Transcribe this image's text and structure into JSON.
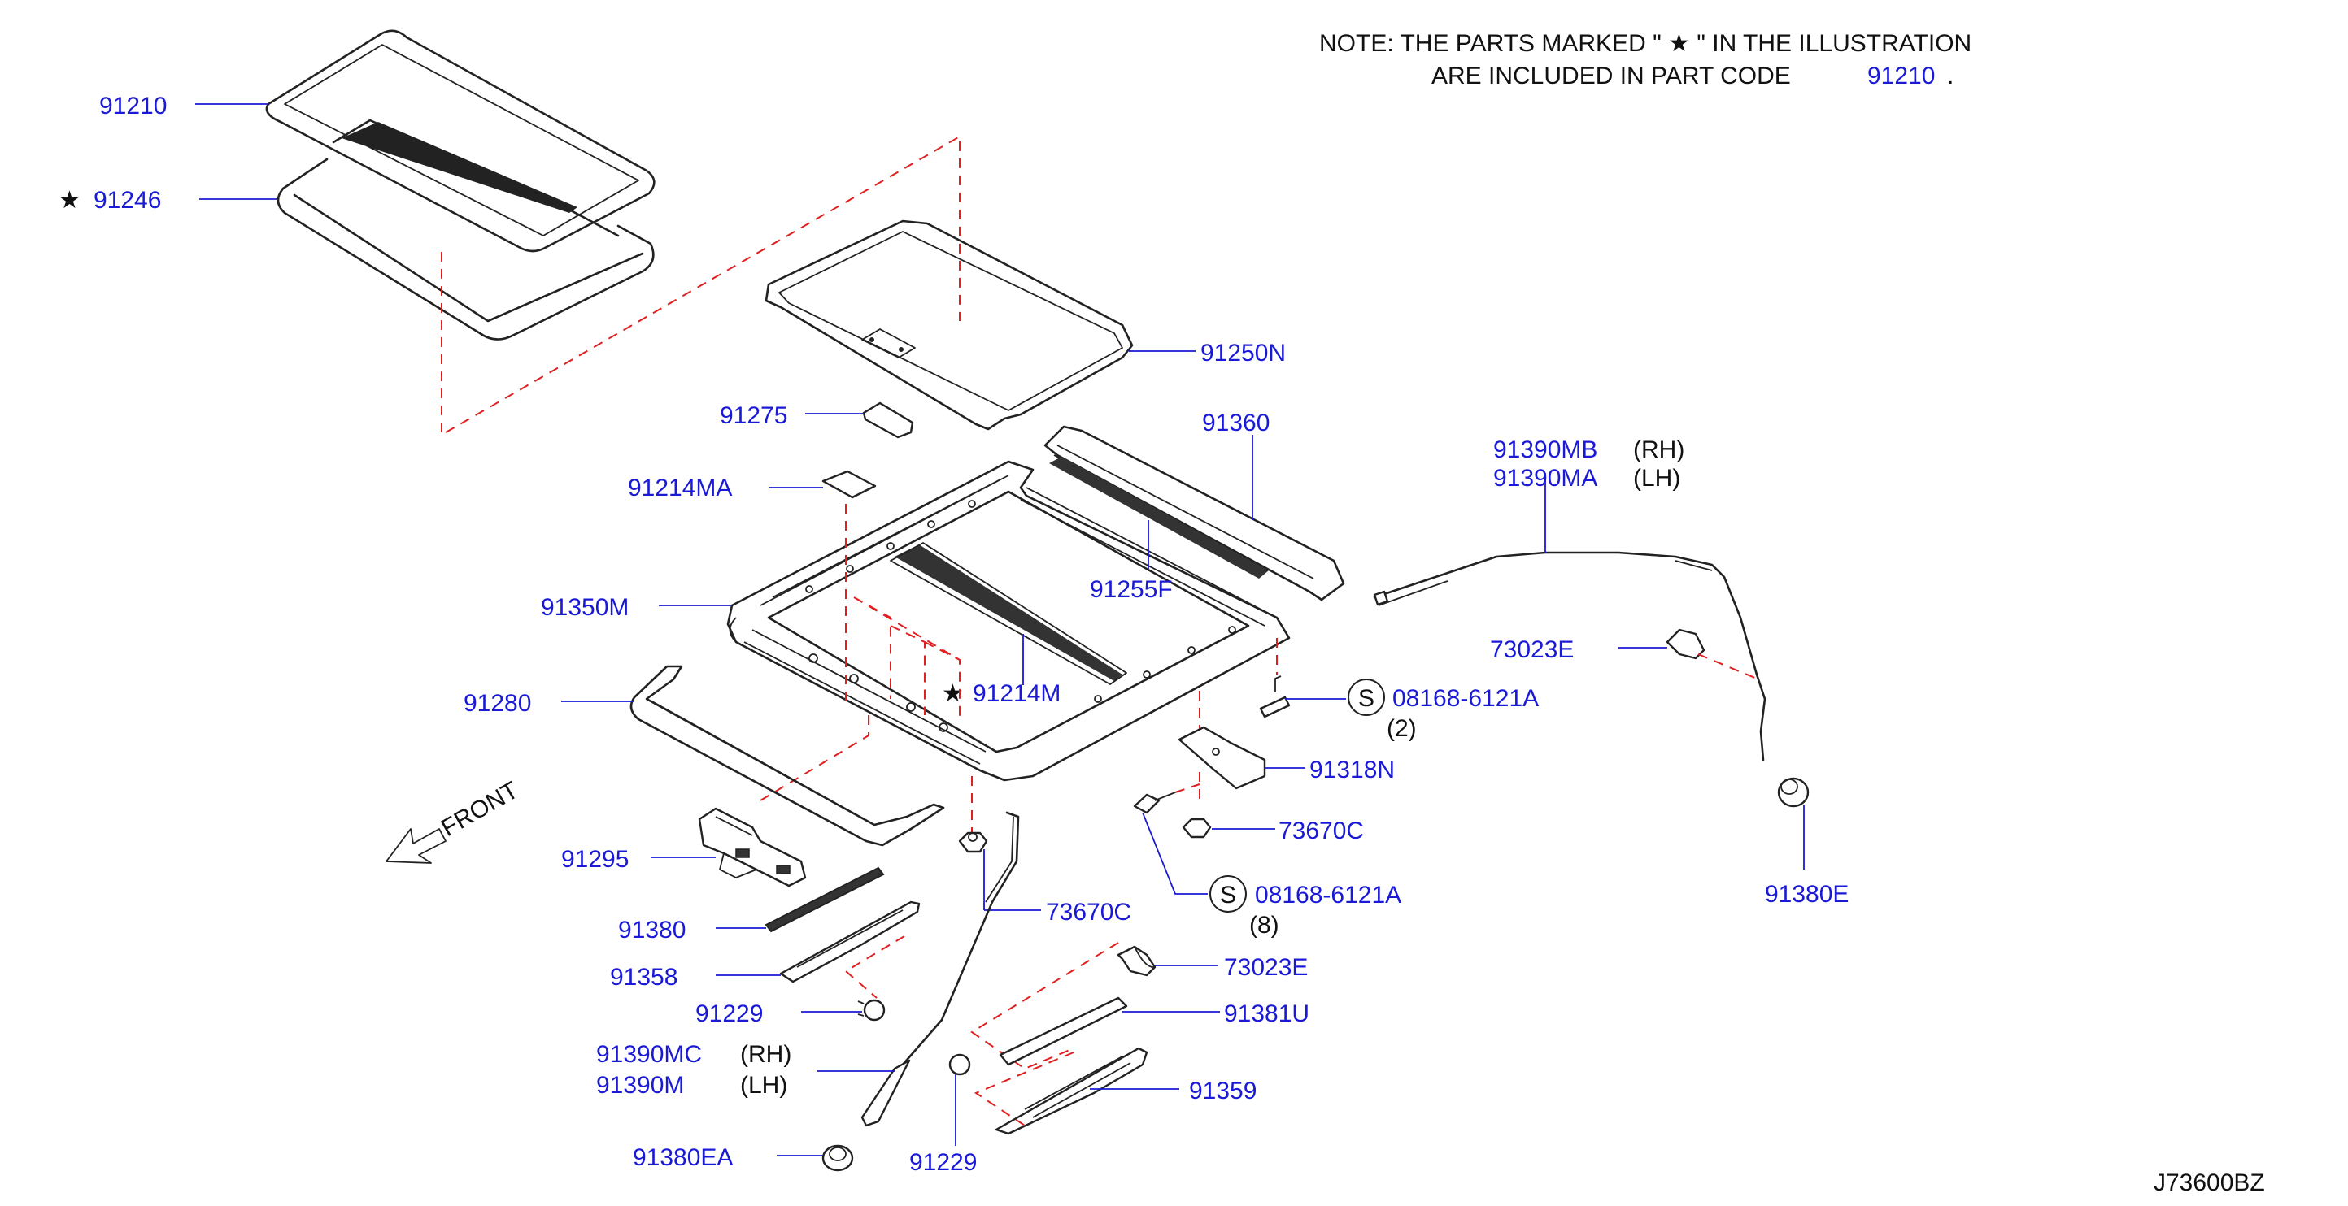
{
  "note": {
    "line1": "NOTE:  THE  PARTS  MARKED  \" ★ \"  IN  THE  ILLUSTRATION",
    "line2_prefix": "ARE  INCLUDED  IN  PART  CODE",
    "line2_code": "91210",
    "line2_suffix": "."
  },
  "star": "★",
  "labels": {
    "p91210": "91210",
    "p91246": "91246",
    "p91250N": "91250N",
    "p91275": "91275",
    "p91360": "91360",
    "p91214MA": "91214MA",
    "p91255F": "91255F",
    "p91350M": "91350M",
    "p91214M": "91214M",
    "p91280": "91280",
    "p08168_2": "08168-6121A",
    "q2": "(2)",
    "p91318N": "91318N",
    "p73670C_r": "73670C",
    "p73670C_l": "73670C",
    "p08168_8": "08168-6121A",
    "q8": "(8)",
    "p91295": "91295",
    "p91380": "91380",
    "p91358": "91358",
    "p91229_a": "91229",
    "p73023E_mid": "73023E",
    "p91381U": "91381U",
    "p91390MC": "91390MC",
    "p91390M": "91390M",
    "rh_l": "(RH)",
    "lh_l": "(LH)",
    "p91359": "91359",
    "p91380EA": "91380EA",
    "p91229_b": "91229",
    "p91390MB": "91390MB",
    "p91390MA": "91390MA",
    "rh_r": "(RH)",
    "lh_r": "(LH)",
    "p73023E_right": "73023E",
    "p91380E": "91380E",
    "front": "FRONT",
    "s_symbol": "S",
    "code": "J73600BZ"
  },
  "colors": {
    "part_number": "#1a1ad6",
    "dashed_guide": "#e02020",
    "linework": "#222222"
  }
}
